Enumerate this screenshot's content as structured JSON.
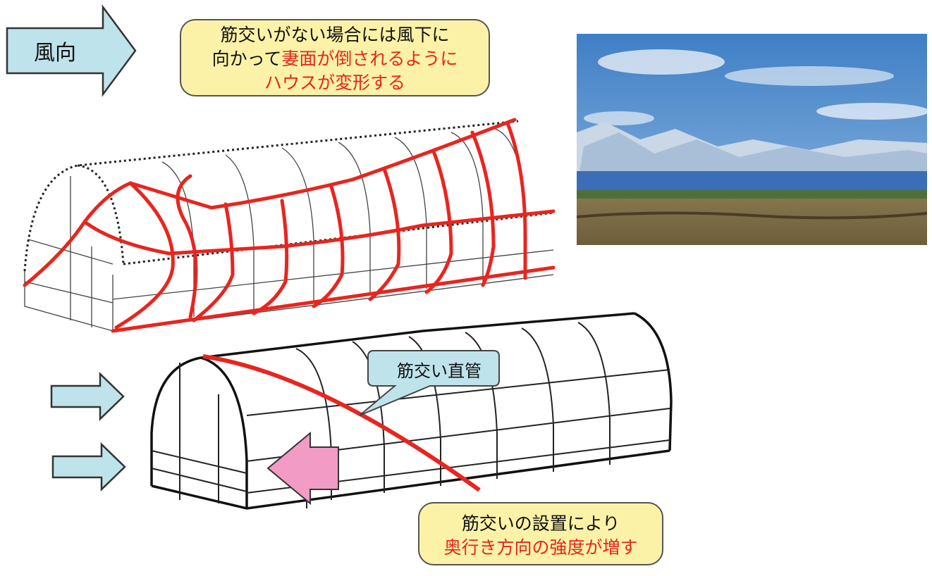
{
  "wind_label": "風向",
  "callout_top": {
    "line1": "筋交いがない場合には風下に",
    "line2_black": "向かって",
    "line2_red": "妻面が倒されるように",
    "line3_red": "ハウスが変形する"
  },
  "bubble": {
    "label": "筋交い直管"
  },
  "callout_bottom": {
    "line1": "筋交いの設置により",
    "line2_red": "奥行き方向の強度が増す"
  },
  "colors": {
    "callout_fill": "#fbf2a8",
    "wind_arrow": "#bfe3ea",
    "brace_red": "#e8251f",
    "force_arrow": "#f29bc4"
  }
}
